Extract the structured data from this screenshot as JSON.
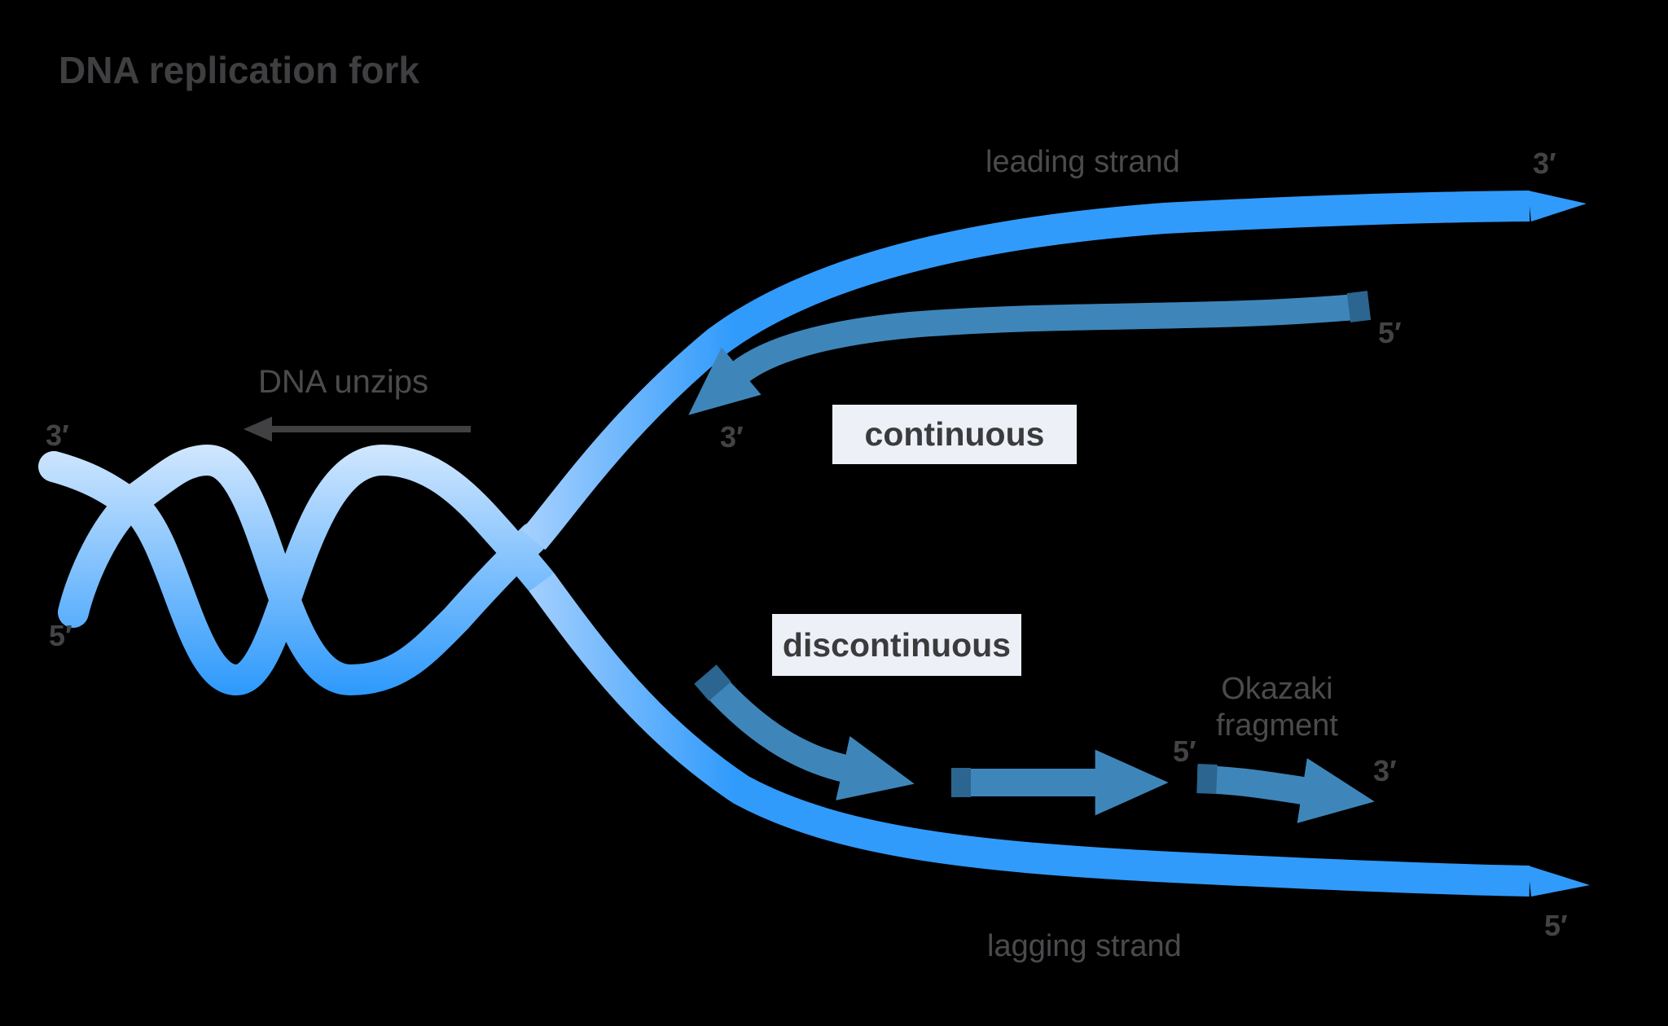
{
  "title": "DNA replication fork",
  "labels": {
    "leading_strand": "leading strand",
    "lagging_strand": "lagging strand",
    "dna_unzips": "DNA unzips",
    "continuous": "continuous",
    "discontinuous": "discontinuous",
    "okazaki_line1": "Okazaki",
    "okazaki_line2": "fragment"
  },
  "primes": {
    "leading_end_3": "3′",
    "continuous_start_5": "5′",
    "continuous_head_3": "3′",
    "helix_left_3": "3′",
    "helix_left_5": "5′",
    "okazaki_mid_5": "5′",
    "okazaki_end_3": "3′",
    "lagging_end_5": "5′"
  },
  "colors": {
    "background": "#000000",
    "strand_blue": "#319bfc",
    "strand_pale": "#cfe6fe",
    "new_strand_blue": "#3e86ba",
    "new_strand_cap": "#2b6590",
    "text_dark": "#3f3f41",
    "text_gray": "#4b4b4d",
    "label_box_bg": "#edf1f7",
    "unzip_arrow": "#414042"
  }
}
